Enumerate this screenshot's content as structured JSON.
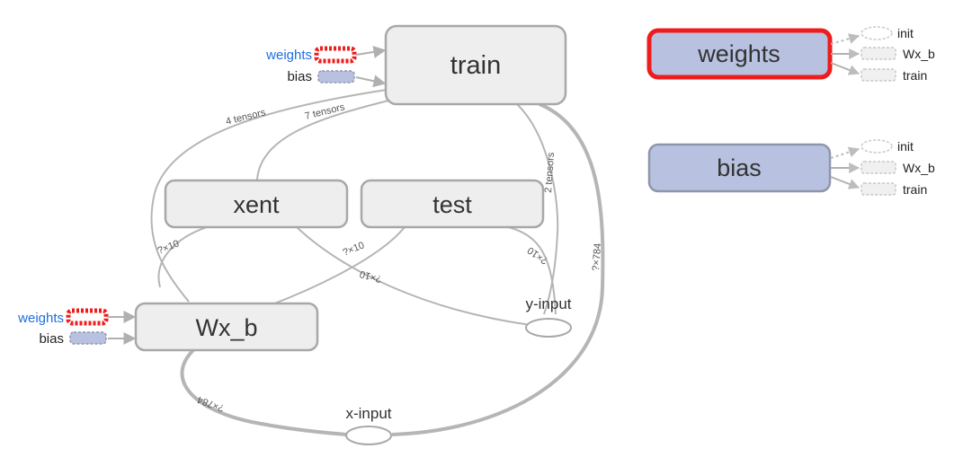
{
  "nodes": {
    "train": "train",
    "xent": "xent",
    "test": "test",
    "wx_b": "Wx_b",
    "y_input": "y-input",
    "x_input": "x-input"
  },
  "train_inputs": {
    "weights": "weights",
    "bias": "bias"
  },
  "wxb_inputs": {
    "weights": "weights",
    "bias": "bias"
  },
  "edge_labels": {
    "four_tensors": "4 tensors",
    "seven_tensors": "7 tensors",
    "two_tensors": "2 tensors",
    "q784_right": "?×784",
    "q10_left": "?×10",
    "q10_mid": "?×10",
    "q10_mid_rev": "?×10",
    "q10_right": "?×10",
    "q784_bottom": "?×784"
  },
  "aux_panels": {
    "weights": {
      "title": "weights",
      "outputs": [
        "init",
        "Wx_b",
        "train"
      ]
    },
    "bias": {
      "title": "bias",
      "outputs": [
        "init",
        "Wx_b",
        "train"
      ]
    }
  },
  "colors": {
    "node_fill": "#eeeeee",
    "node_stroke": "#a8a8a8",
    "edge": "#b0b0b0",
    "var_fill": "#b8c2e0",
    "var_stroke": "#8f96ac",
    "highlight": "#ee1c1c",
    "link_blue": "#1f6fe0"
  },
  "icons": {
    "weights_ref": "dashed-red-variable-icon",
    "bias_ref": "dashed-blue-variable-icon",
    "init_ref": "dashed-ellipse-icon",
    "output_ref": "dashed-rect-icon"
  }
}
